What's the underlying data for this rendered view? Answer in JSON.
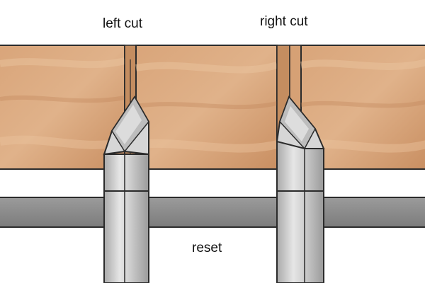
{
  "labels": {
    "left_cut": "left cut",
    "right_cut": "right cut",
    "reset": "reset"
  },
  "colors": {
    "wood": "#cf9a6e",
    "wood_dark": "#b97c52",
    "wood_light": "#e4b992",
    "rail": "#8e8e8e",
    "rail_dark": "#555555",
    "tool_light": "#e8e8e8",
    "tool_mid": "#bdbdbd",
    "tool_dark": "#8c8c8c",
    "outline": "#2b2b2b"
  }
}
